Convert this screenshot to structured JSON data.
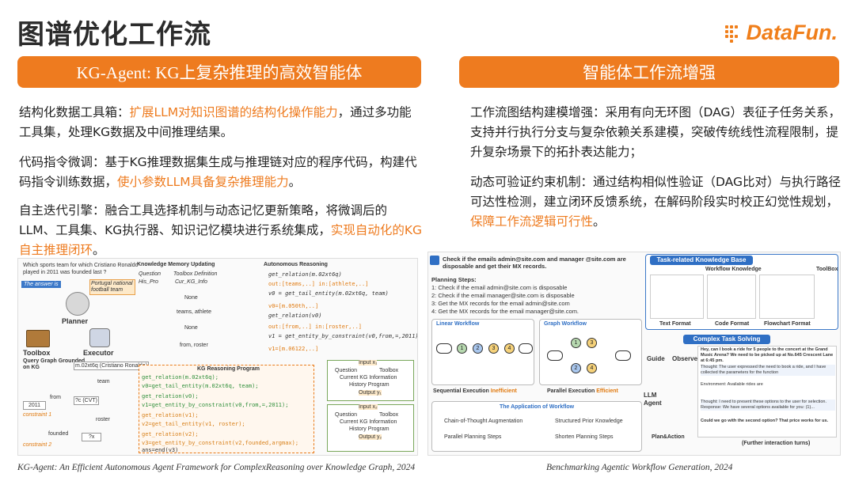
{
  "title": "图谱优化工作流",
  "logo": "DataFun.",
  "left_banner": "KG-Agent: KG上复杂推理的高效智能体",
  "right_banner": "智能体工作流增强",
  "left_paras": [
    {
      "lead": "结构化数据工具箱：",
      "hl": "扩展LLM对知识图谱的结构化操作能力",
      "rest": "，通过多功能工具集，处理KG数据及中间推理结果。"
    },
    {
      "lead": "代码指令微调：基于KG推理数据集生成与推理链对应的程序代码，构建代码指令训练数据，",
      "hl": "使小参数LLM具备复杂推理能力",
      "rest": "。"
    },
    {
      "lead": "自主迭代引擎：融合工具选择机制与动态记忆更新策略，将微调后的LLM、工具集、KG执行器、知识记忆模块进行系统集成，",
      "hl": "实现自动化的KG自主推理闭环",
      "rest": "。"
    }
  ],
  "right_paras": [
    {
      "lead": "工作流图结构建模增强：采用有向无环图（DAG）表征子任务关系，支持并行执行分支与复杂依赖关系建模，突破传统线性流程限制，提升复杂场景下的拓扑表达能力；",
      "hl": "",
      "rest": ""
    },
    {
      "lead": "动态可验证约束机制：通过结构相似性验证（DAG比对）与执行路径可达性检测，建立闭环反馈系统，在解码阶段实时校正幻觉性规划，",
      "hl": "保障工作流逻辑可行性",
      "rest": "。"
    }
  ],
  "fig_left": {
    "question": "Which sports team for which Cristiano Ronaldo played in 2011 was founded last ?",
    "answer_label": "The answer is",
    "answer_value": "Portugal national football team",
    "planner": "Planner",
    "toolbox": "Toolbox",
    "executor": "Executor",
    "knowledge_memory": "Knowledge Memory Updating",
    "autonomous": "Autonomous Reasoning",
    "col_question": "Question",
    "col_toolbox": "Toolbox Definition",
    "col_his": "His_Pro",
    "col_cur": "Cur_KG_Info",
    "none1": "None",
    "teams": "teams, athlete",
    "none2": "None",
    "from_roster": "from, roster",
    "query_graph": "Query Graph Grounded on KG",
    "m02": "m.02xt6q (Cristiano Ronaldo)",
    "team": "team",
    "from": "from",
    "year": "2011",
    "cvt": "?c (CVT)",
    "roster": "roster",
    "founded": "founded",
    "x": "?x",
    "constraint1": "constraint 1",
    "constraint2": "constraint 2",
    "program_title": "KG Reasoning Program",
    "code_lines": [
      "get_relation(m.02xt6q);",
      "v0=get_tail_entity(m.02xt6q, team);",
      "get_relation(v0);",
      "v1=get_entity_by_constraint(v0,from,=,2011);",
      "get_relation(v1);",
      "v2=get_tail_entity(v1, roster);",
      "get_relation(v2);",
      "v3=get_entity_by_constraint(v2,founded,argmax);",
      "ans=end(v3)"
    ],
    "input_1": "Input x₁",
    "output_1": "Output y₁",
    "input_2": "Input x₂",
    "output_2": "Output y₂",
    "current_kg": "Current KG Information",
    "history": "History Program",
    "reason_lines": [
      "get_relation(m.02xt6q)",
      "out:[teams,..] in:[athlete,..]",
      "v0 = get_tail_entity(m.02xt6q, team)",
      "v0=[m.050th,..]",
      "get_relation(v0)",
      "out:[from,..] in:[roster,..]",
      "v1 = get_entity_by_constraint(v0,from,=,2011)",
      "v1=[m.06122,..]"
    ]
  },
  "fig_right": {
    "prompt": "Check if the emails admin@site.com and manager @site.com are disposable and get their MX records.",
    "steps_title": "Planning Steps:",
    "steps": [
      "1: Check if the email admin@site.com is disposable",
      "2: Check if the email manager@site.com is disposable",
      "3: Get the MX records for the email admin@site.com",
      "4: Get the MX records for the email manager@site.com."
    ],
    "linear": "Linear Workflow",
    "graph": "Graph Workflow",
    "sequential": "Sequential Execution",
    "inefficient": "Inefficient",
    "parallel": "Parallel Execution",
    "efficient": "Efficient",
    "app_title": "The Application of Workflow",
    "app_items": [
      "Chain-of-Thought Augmentation",
      "Structured Prior Knowledge",
      "Parallel Planning Steps",
      "Shorten Planning Steps"
    ],
    "kb_title": "Task-related Knowledge Base",
    "workflow_knowledge": "Workflow Knowledge",
    "toolbox": "ToolBox",
    "text_format": "Text Format",
    "code_format": "Code Format",
    "flow_format": "Flowchart Format",
    "complex": "Complex Task Solving",
    "guide": "Guide",
    "observe": "Observe",
    "llm_agent": "LLM Agent",
    "plan_action": "Plan&Action",
    "user_q": "Hey, can I book a ride for 5 people to the concert at the Grand Music Arena? We need to be picked up at No.645 Crescent Lane at 6:45 pm.",
    "thought1": "Thought: The user expressed the need to book a ride, and I have collected the parameters for the function",
    "env": "Environment: Available rides are",
    "thought2": "Thought: I need to present these options to the user for selection. Response: We have several options available for you: (1)...",
    "final_q": "Could we go with the second option? That price works for us.",
    "further": "(Further interaction turns)"
  },
  "cap_left": "KG-Agent: An Efficient Autonomous Agent Framework for ComplexReasoning over Knowledge Graph, 2024",
  "cap_right": "Benchmarking Agentic Workflow Generation, 2024",
  "colors": {
    "accent": "#ee7b1f",
    "blue": "#2f6fc4"
  }
}
